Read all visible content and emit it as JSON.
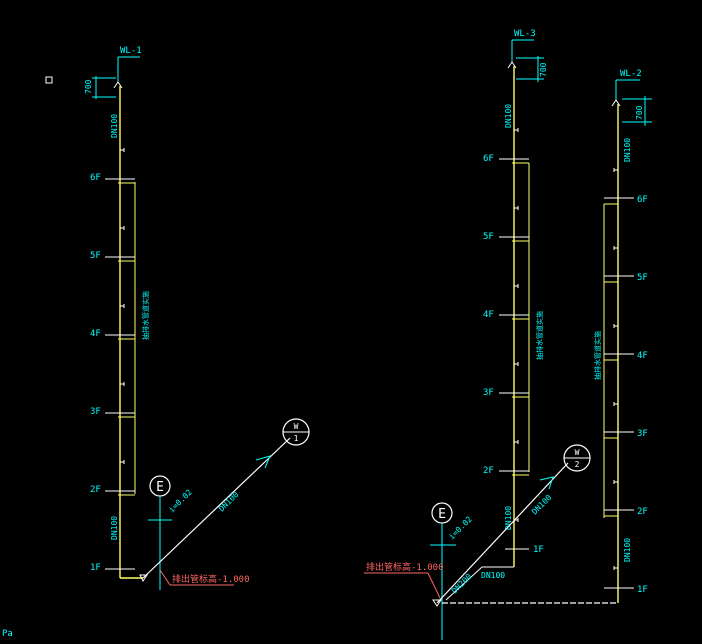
{
  "colors": {
    "background": "#000000",
    "pipe": "#ffff66",
    "label": "#00ffff",
    "marker_white": "#ffffff",
    "red_text": "#ff6666"
  },
  "risers": [
    {
      "id": "WL-1",
      "tag": "WL-1",
      "top_dim": "700",
      "pipe_top": "DN100",
      "pipe_bottom": "DN100",
      "floors": [
        "6F",
        "5F",
        "4F",
        "3F",
        "2F",
        "1F"
      ],
      "vertical_note": "抽排水管道实施"
    },
    {
      "id": "WL-3",
      "tag": "WL-3",
      "top_dim": "700",
      "pipe_top": "DN100",
      "pipe_bottom": "DN100",
      "floors": [
        "6F",
        "5F",
        "4F",
        "3F",
        "2F",
        "1F"
      ],
      "vertical_note": "抽排水管道实施"
    },
    {
      "id": "WL-2",
      "tag": "WL-2",
      "top_dim": "700",
      "pipe_top": "DN100",
      "pipe_bottom": "DN100",
      "floors": [
        "6F",
        "5F",
        "4F",
        "3F",
        "2F",
        "1F"
      ],
      "vertical_note": "抽排水管道实施"
    }
  ],
  "left_group": {
    "detail_mark": "E",
    "slope": "i=0.02",
    "pipe_out": "DN100",
    "well_top": "W",
    "well_num": "1",
    "elevation": "排出管标高-1.000"
  },
  "right_group": {
    "detail_mark": "E",
    "slope": "i=0.02",
    "pipe_out": "DN100",
    "pipe_small": "DN200",
    "pipe_horizontal": "DN100",
    "well_top": "W",
    "well_num": "2",
    "elevation": "排出管标高-1.000"
  },
  "corner_text": "Pa"
}
